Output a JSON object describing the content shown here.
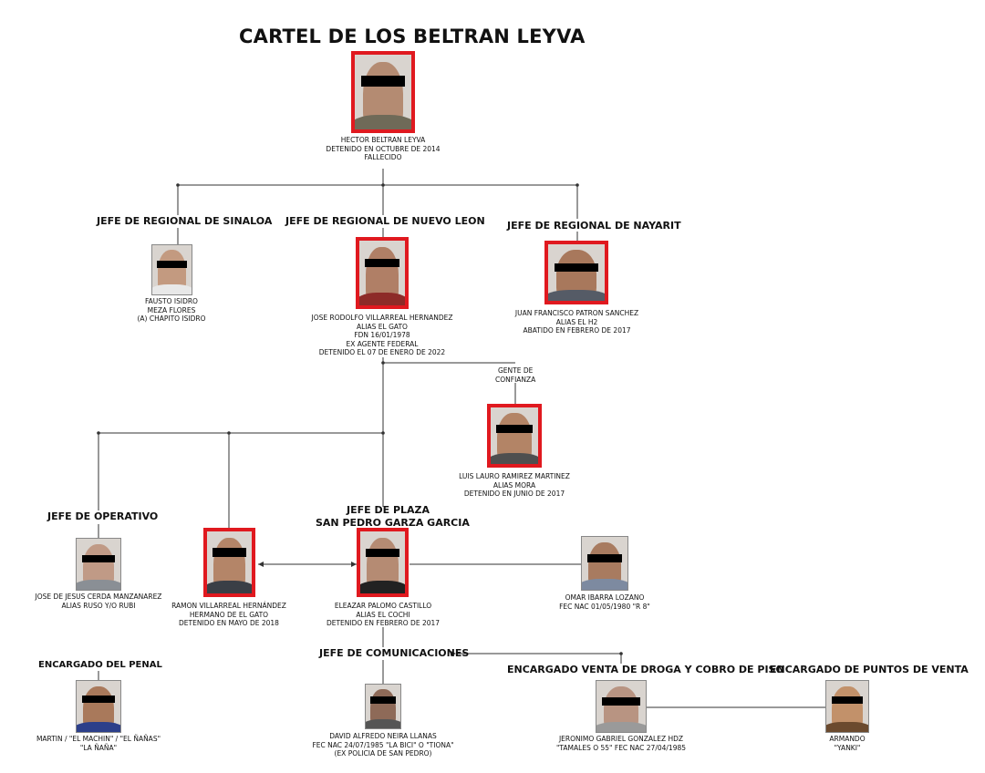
{
  "title": "CARTEL DE LOS BELTRAN LEYVA",
  "colors": {
    "frame": "#e0191f",
    "censor_bar": "#000000",
    "line": "#333333"
  },
  "roles": {
    "sinaloa": "JEFE DE REGIONAL DE  SINALOA",
    "nuevo_leon": "JEFE DE REGIONAL DE  NUEVO LEON",
    "nayarit": "JEFE DE REGIONAL DE  NAYARIT",
    "operativo": "JEFE DE OPERATIVO",
    "plaza_1": "JEFE DE PLAZA",
    "plaza_2": "SAN PEDRO GARZA GARCIA",
    "penal": "ENCARGADO DEL PENAL",
    "comunicaciones": "JEFE DE COMUNICACIONES",
    "venta_droga": "ENCARGADO VENTA DE DROGA Y COBRO DE PISO",
    "puntos_venta": "ENCARGADO DE PUNTOS DE VENTA"
  },
  "gente_confianza": [
    "GENTE DE",
    "CONFIANZA"
  ],
  "people": {
    "hector": [
      "HECTOR BELTRAN LEYVA",
      "DETENIDO EN OCTUBRE DE 2014",
      "FALLECIDO"
    ],
    "fausto": [
      "FAUSTO ISIDRO",
      "MEZA FLORES",
      "(A) CHAPITO ISIDRO"
    ],
    "jose_rodolfo": [
      "JOSE RODOLFO VILLARREAL HERNANDEZ",
      "ALIAS EL GATO",
      "FDN 16/01/1978",
      "EX AGENTE FEDERAL",
      "DETENIDO EL 07 DE ENERO DE 2022"
    ],
    "juan_francisco": [
      "JUAN FRANCISCO PATRON SANCHEZ",
      "ALIAS EL H2",
      "ABATIDO EN FEBRERO DE 2017"
    ],
    "luis_lauro": [
      "LUIS LAURO RAMIREZ MARTINEZ",
      "ALIAS  MORA",
      "DETENIDO EN JUNIO DE 2017"
    ],
    "jose_jesus": [
      "JOSE DE JESUS CERDA MANZANAREZ",
      "ALIAS RUSO Y/O RUBI"
    ],
    "ramon": [
      "RAMON VILLARREAL HERNÁNDEZ",
      "HERMANO DE EL GATO",
      "DETENIDO EN MAYO DE 2018"
    ],
    "eleazar": [
      "ELEAZAR PALOMO CASTILLO",
      "ALIAS EL COCHI",
      "DETENIDO EN FEBRERO DE 2017"
    ],
    "omar": [
      "OMAR IBARRA LOZANO",
      "FEC NAC 01/05/1980 \"R 8\""
    ],
    "martin": [
      "MARTIN / \"EL MACHIN\" / \"EL ÑAÑAS\"",
      "\"LA ÑAÑA\""
    ],
    "david": [
      "DAVID ALFREDO NEIRA LLANAS",
      "FEC NAC 24/07/1985 \"LA BICI\" O \"TIONA\"",
      "(EX POLICIA DE SAN PEDRO)"
    ],
    "jeronimo": [
      "JERONIMO GABRIEL GONZALEZ HDZ",
      "\"TAMALES O 55\" FEC NAC 27/04/1985"
    ],
    "armando": [
      "ARMANDO",
      "\"YANKI\""
    ]
  }
}
